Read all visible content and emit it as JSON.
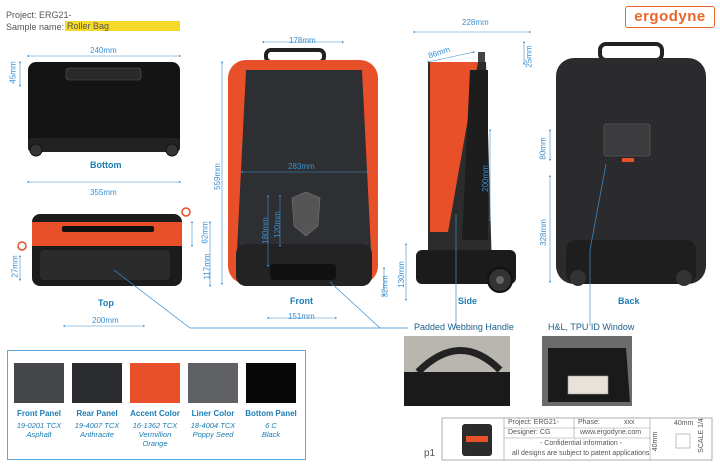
{
  "header": {
    "project_label": "Project: ERG21-",
    "sample_label": "Sample name:",
    "sample_value": "Roller Bag",
    "logo": "ergodyne"
  },
  "views": {
    "bottom": "Bottom",
    "top": "Top",
    "front": "Front",
    "side": "Side",
    "back": "Back"
  },
  "dimensions": {
    "bottom_width": "240mm",
    "bottom_depth": "45mm",
    "overall_355": "355mm",
    "top_62": "62mm",
    "top_117": "117mm",
    "top_27": "27mm",
    "top_200": "200mm",
    "front_178": "178mm",
    "front_559": "559mm",
    "front_283": "283mm",
    "front_180": "180mm",
    "front_120": "120mm",
    "front_32": "32mm",
    "front_151": "151mm",
    "side_228": "228mm",
    "side_86": "86mm",
    "side_25": "25mm",
    "side_200": "200mm",
    "side_130": "130mm",
    "back_80": "80mm",
    "back_328": "328mm"
  },
  "callouts": {
    "handle": "Padded Webbing Handle",
    "window": "H&L, TPU ID Window"
  },
  "swatches": [
    {
      "label": "Front Panel",
      "code1": "19-0201 TCX",
      "code2": "Asphalt",
      "code3": "",
      "color": "#45474a"
    },
    {
      "label": "Rear Panel",
      "code1": "19-4007 TCX",
      "code2": "Anthracite",
      "code3": "",
      "color": "#2b2c30"
    },
    {
      "label": "Accent Color",
      "code1": "16-1362 TCX",
      "code2": "Vermillion",
      "code3": "Orange",
      "color": "#e8502a"
    },
    {
      "label": "Liner Color",
      "code1": "18-4004 TCX",
      "code2": "Poppy Seed",
      "code3": "",
      "color": "#5f6164"
    },
    {
      "label": "Bottom Panel",
      "code1": "6 C",
      "code2": "Black",
      "code3": "",
      "color": "#080808"
    }
  ],
  "title_block": {
    "page": "p1",
    "project": "Project: ERG21-",
    "phase_label": "Phase:",
    "phase_value": "xxx",
    "designer": "Designer: CG",
    "url": "www.ergodyne.com",
    "confidential": "- Confidential information -",
    "patent": "all designs are subject to patent applications",
    "scale_40a": "40mm",
    "scale_40b": "40mm",
    "scale": "SCALE 1/4"
  }
}
